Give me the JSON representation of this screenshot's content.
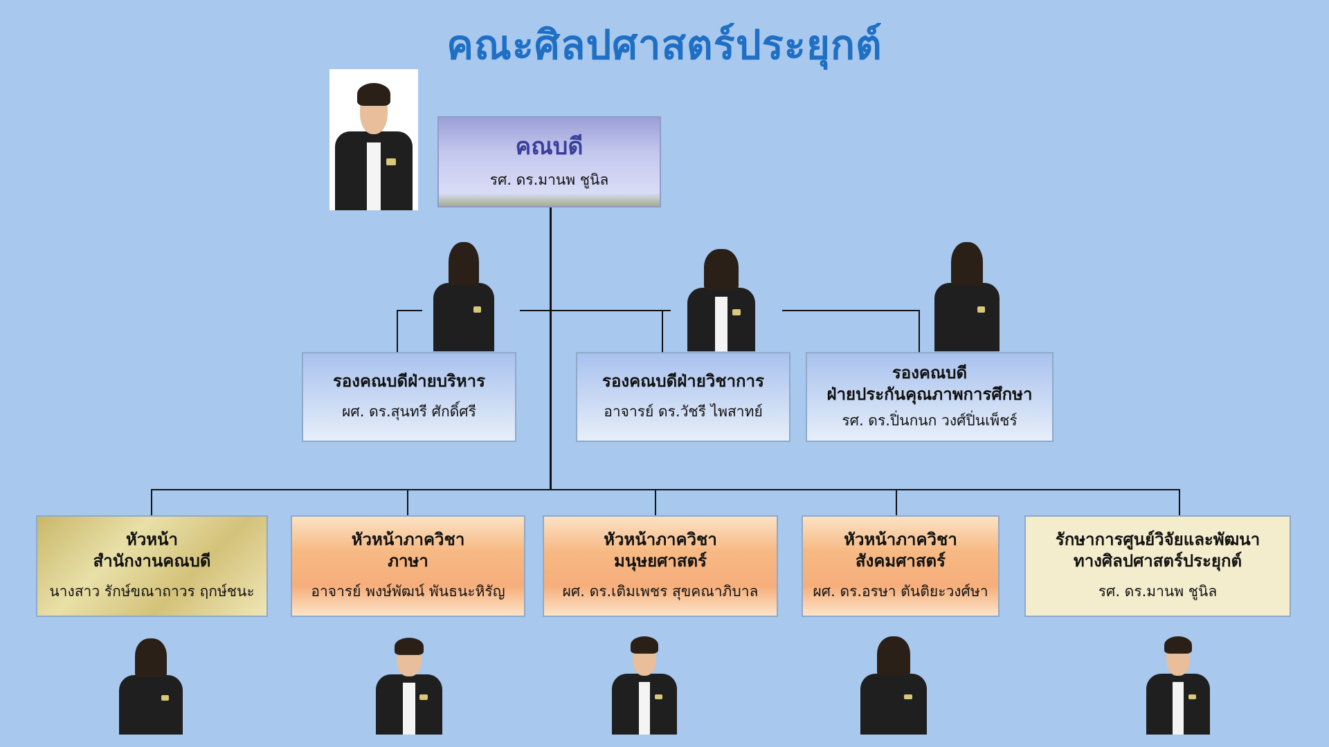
{
  "page": {
    "title": "คณะศิลปศาสตร์ประยุกต์"
  },
  "dean": {
    "role": "คณบดี",
    "person": "รศ. ดร.มานพ  ชูนิล"
  },
  "vice_deans": [
    {
      "role": "รองคณบดีฝ่ายบริหาร",
      "person": "ผศ. ดร.สุนทรี ศักดิ์ศรี"
    },
    {
      "role": "รองคณบดีฝ่ายวิชาการ",
      "person": "อาจารย์ ดร.วัชรี ไพสาทย์"
    },
    {
      "role_line1": "รองคณบดี",
      "role_line2": "ฝ่ายประกันคุณภาพการศึกษา",
      "person": "รศ. ดร.ปิ่นกนก วงศ์ปิ่นเพ็ชร์"
    }
  ],
  "heads": [
    {
      "role_line1": "หัวหน้า",
      "role_line2": "สำนักงานคณบดี",
      "person": "นางสาว รักษ์ขณาถาวร  ฤกษ์ชนะ"
    },
    {
      "role_line1": "หัวหน้าภาควิชา",
      "role_line2": "ภาษา",
      "person": "อาจารย์ พงษ์พัฒน์  พันธนะหิรัญ"
    },
    {
      "role_line1": "หัวหน้าภาควิชา",
      "role_line2": "มนุษยศาสตร์",
      "person": "ผศ. ดร.เติมเพชร  สุขคณาภิบาล"
    },
    {
      "role_line1": "หัวหน้าภาควิชา",
      "role_line2": "สังคมศาสตร์",
      "person": "ผศ. ดร.อรษา  ตันติยะวงศ์ษา"
    },
    {
      "role_line1": "รักษาการศูนย์วิจัยและพัฒนา",
      "role_line2": "ทางศิลปศาสตร์ประยุกต์",
      "person": "รศ. ดร.มานพ  ชูนิล"
    }
  ],
  "colors": {
    "background": "#a8c8ee",
    "title": "#1f6fc4",
    "dean_role": "#3a3f9a",
    "connector": "#111111"
  }
}
